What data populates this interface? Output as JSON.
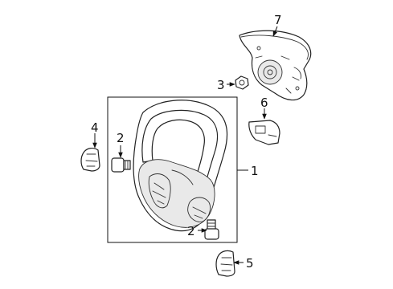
{
  "callouts": {
    "c1": "1",
    "c2a": "2",
    "c2b": "2",
    "c3": "3",
    "c4": "4",
    "c5": "5",
    "c6": "6",
    "c7": "7"
  },
  "colors": {
    "line": "#111111",
    "background": "#ffffff"
  }
}
